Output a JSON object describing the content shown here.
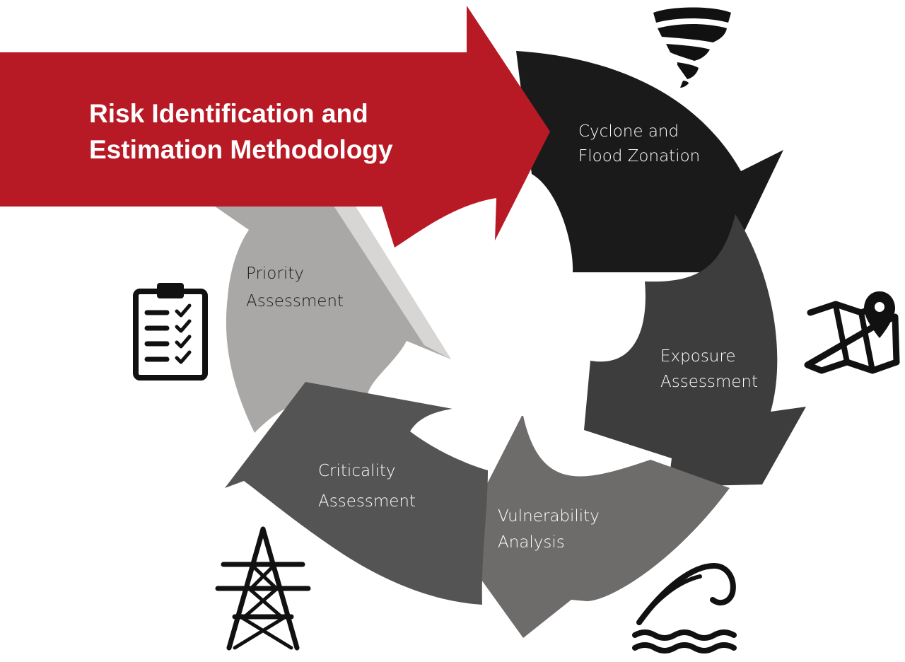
{
  "title": {
    "line1": "Risk Identification and",
    "line2": "Estimation Methodology",
    "color": "#b81a25"
  },
  "steps": [
    {
      "line1": "Cyclone and",
      "line2": "Flood Zonation",
      "color": "#1a1a1a",
      "text_color": "#ffffff",
      "icon": "tornado-icon"
    },
    {
      "line1": "Exposure",
      "line2": "Assessment",
      "color": "#3d3d3d",
      "text_color": "#ffffff",
      "icon": "map-pin-icon"
    },
    {
      "line1": "Vulnerability",
      "line2": "Analysis",
      "color": "#6e6b6b",
      "text_color": "#ffffff",
      "icon": "wave-icon"
    },
    {
      "line1": "Criticality",
      "line2": "Assessment",
      "color": "#545454",
      "text_color": "#ffffff",
      "icon": "transmission-tower-icon"
    },
    {
      "line1": "Priority",
      "line2": "Assessment",
      "color": "#aaa8a6",
      "text_color": "#1a1a1a",
      "icon": "clipboard-checklist-icon"
    }
  ]
}
